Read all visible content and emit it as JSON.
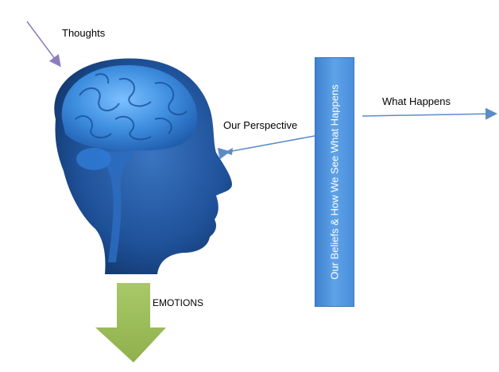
{
  "labels": {
    "thoughts": "Thoughts",
    "perspective": "Our Perspective",
    "what_happens": "What Happens",
    "emotions": "EMOTIONS",
    "filter": "Our Beliefs & How We See What Happens"
  },
  "colors": {
    "head": "#1d4f94",
    "head_dark": "#123a73",
    "brain": "#3d8ee0",
    "filter_box": "#4a8fdc",
    "arrow_blue": "#5b8cc8",
    "arrow_purple": "#8f7cbf",
    "emotion_arrow": "#9bbb59"
  },
  "icons": {
    "head": "head-brain-illustration",
    "emotions": "down-arrow-icon"
  }
}
